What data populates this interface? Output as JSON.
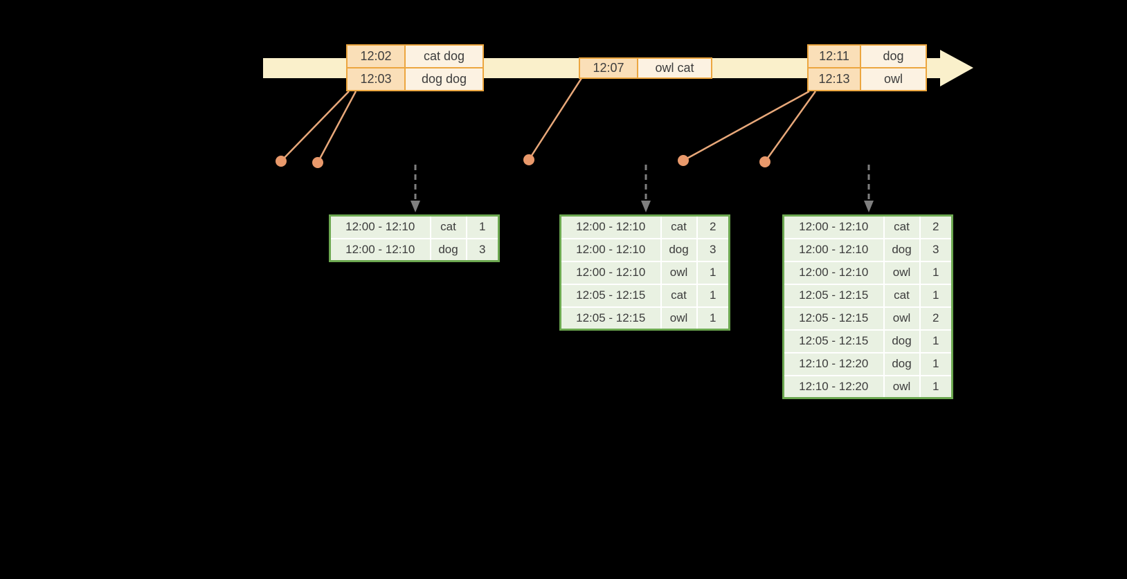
{
  "colors": {
    "background": "#000000",
    "timeline_fill": "#FAF0CB",
    "event_table_border": "#ECA63F",
    "event_time_cell": "#FADFB8",
    "event_words_cell": "#FCF2E2",
    "connector": "#E8A87A",
    "event_dot": "#E9996B",
    "trigger_arrow": "#7F7F7F",
    "result_table_border": "#6CA850",
    "result_cell": "#E9F1E2",
    "text": "#3C3C3C"
  },
  "event_tables": [
    {
      "rows": [
        [
          "12:02",
          "cat dog"
        ],
        [
          "12:03",
          "dog dog"
        ]
      ]
    },
    {
      "rows": [
        [
          "12:07",
          "owl cat"
        ]
      ]
    },
    {
      "rows": [
        [
          "12:11",
          "dog"
        ],
        [
          "12:13",
          "owl"
        ]
      ]
    }
  ],
  "result_tables": [
    {
      "rows": [
        [
          "12:00 - 12:10",
          "cat",
          "1"
        ],
        [
          "12:00 - 12:10",
          "dog",
          "3"
        ]
      ]
    },
    {
      "rows": [
        [
          "12:00 - 12:10",
          "cat",
          "2"
        ],
        [
          "12:00 - 12:10",
          "dog",
          "3"
        ],
        [
          "12:00 - 12:10",
          "owl",
          "1"
        ],
        [
          "12:05 - 12:15",
          "cat",
          "1"
        ],
        [
          "12:05 - 12:15",
          "owl",
          "1"
        ]
      ]
    },
    {
      "rows": [
        [
          "12:00 - 12:10",
          "cat",
          "2"
        ],
        [
          "12:00 - 12:10",
          "dog",
          "3"
        ],
        [
          "12:00 - 12:10",
          "owl",
          "1"
        ],
        [
          "12:05 - 12:15",
          "cat",
          "1"
        ],
        [
          "12:05 - 12:15",
          "owl",
          "2"
        ],
        [
          "12:05 - 12:15",
          "dog",
          "1"
        ],
        [
          "12:10 - 12:20",
          "dog",
          "1"
        ],
        [
          "12:10 - 12:20",
          "owl",
          "1"
        ]
      ]
    }
  ]
}
